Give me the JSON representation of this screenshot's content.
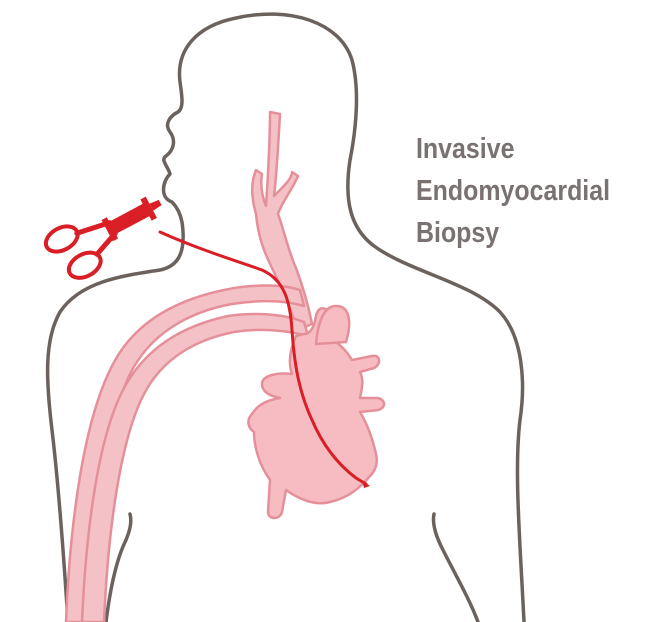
{
  "title": {
    "lines": [
      "Invasive",
      "Endomyocardial",
      "Biopsy"
    ]
  },
  "colors": {
    "body_outline": "#6b625e",
    "vessel_fill": "#f4c2c6",
    "vessel_stroke": "#e58f99",
    "heart_fill": "#f6bcc2",
    "catheter": "#d91e26",
    "text": "#7a7271"
  },
  "icons": {
    "forceps": "biopsy-forceps-icon",
    "heart": "heart-icon"
  }
}
